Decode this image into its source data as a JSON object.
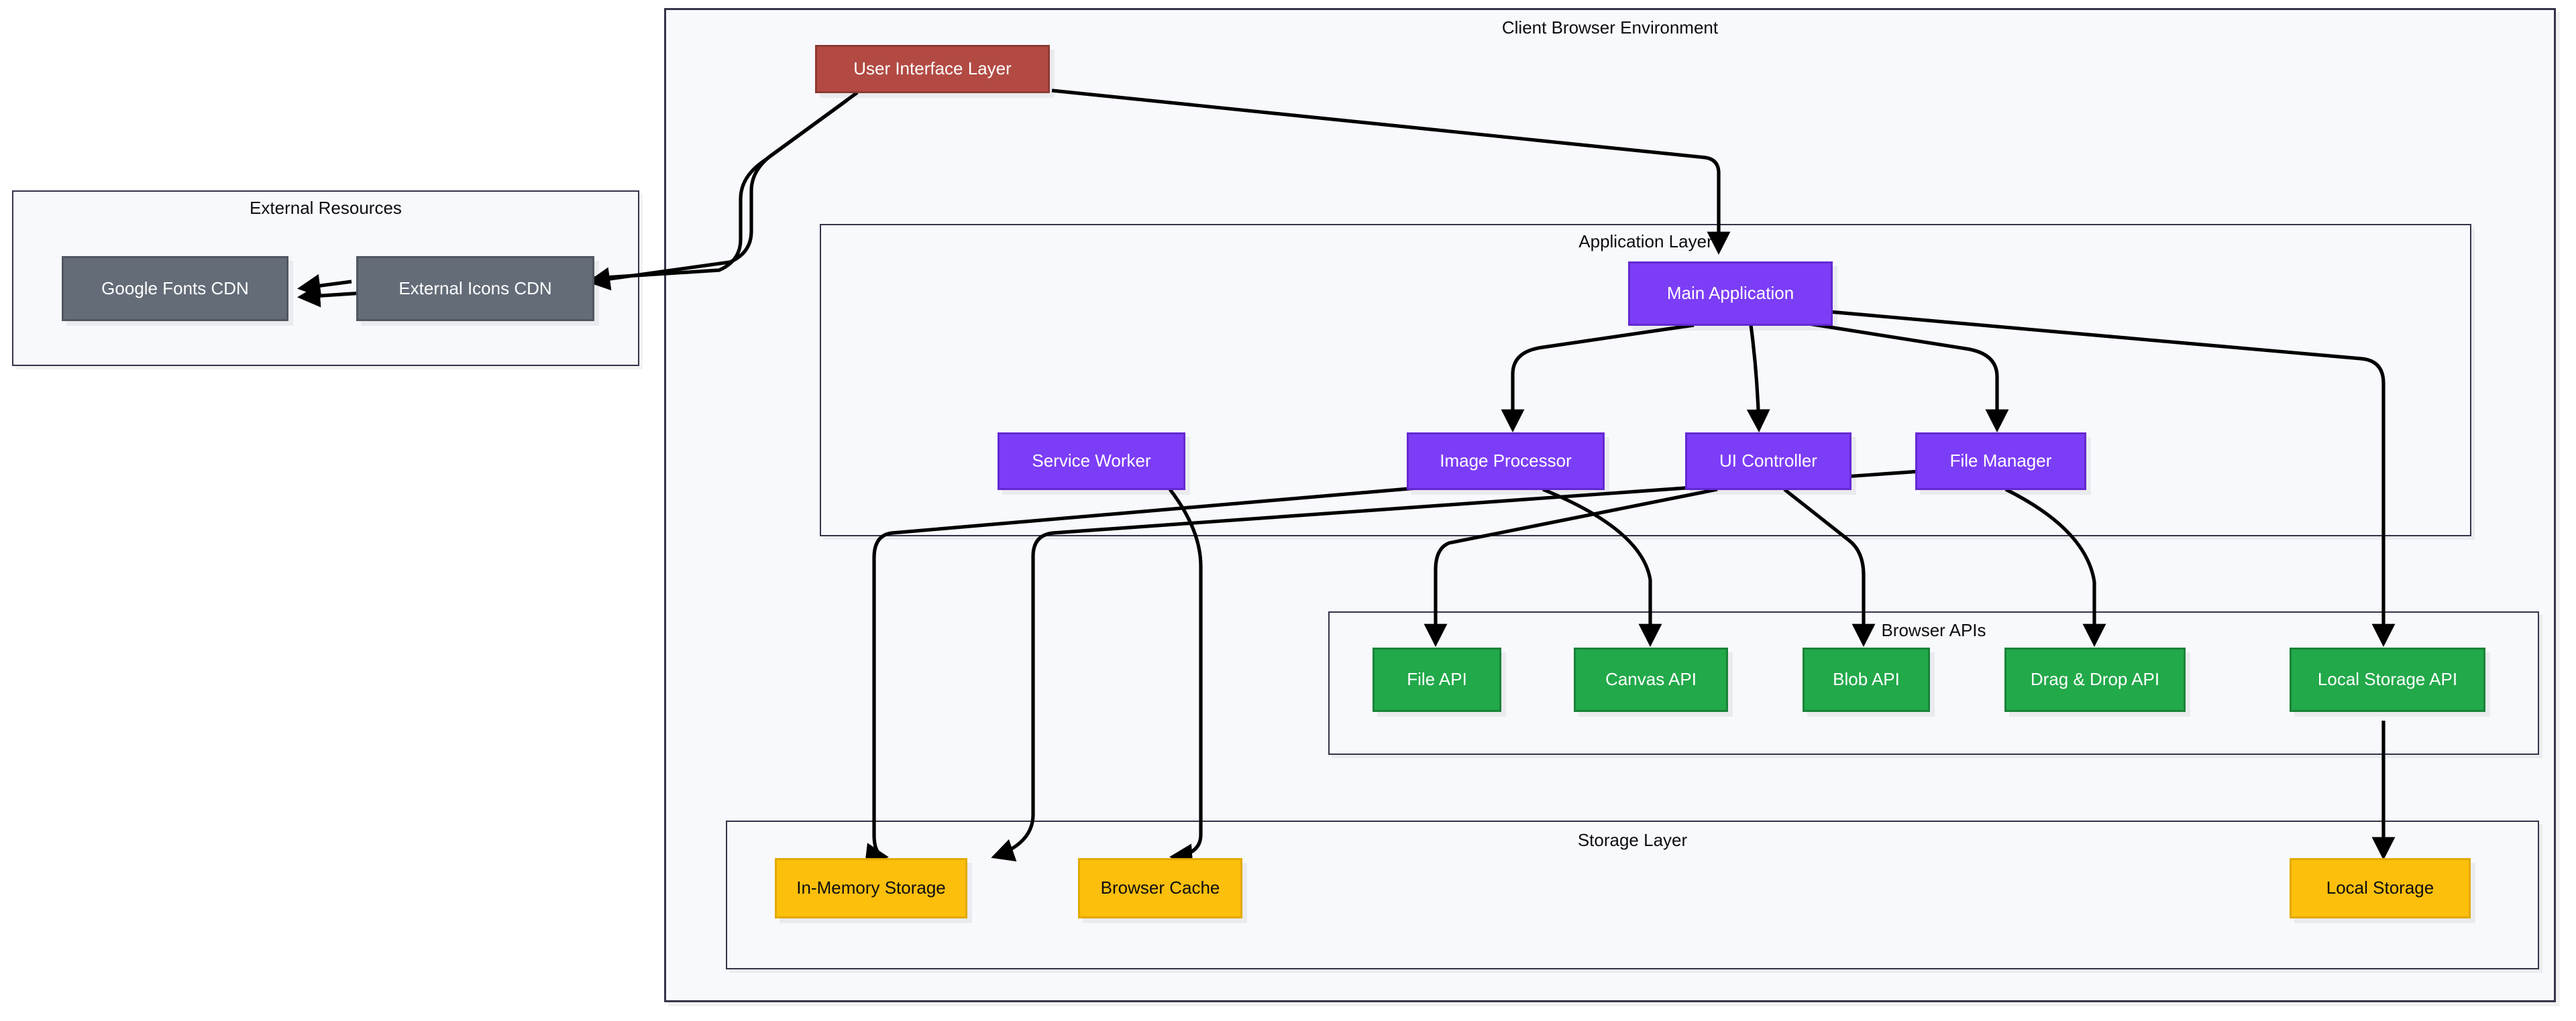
{
  "diagram": {
    "title": "Client Browser Environment",
    "background": "#ffffff",
    "colors": {
      "cluster_fill": "#f8f9fc",
      "cluster_border": "#343449",
      "ui_layer": "#b24a43",
      "application": "#7c3df7",
      "browser_api": "#22a94a",
      "storage": "#fbbf0c",
      "external": "#646c78",
      "edge": "#000000",
      "label_text": "#0d0d11"
    }
  },
  "clusters": {
    "client_browser": {
      "label": "Client Browser Environment"
    },
    "external_resources": {
      "label": "External Resources"
    },
    "application_layer": {
      "label": "Application Layer"
    },
    "browser_apis": {
      "label": "Browser APIs"
    },
    "storage_layer": {
      "label": "Storage Layer"
    }
  },
  "nodes": {
    "ui_layer": {
      "label": "User Interface Layer",
      "group": "ui"
    },
    "google_fonts_cdn": {
      "label": "Google Fonts CDN",
      "group": "external"
    },
    "external_icons_cdn": {
      "label": "External Icons CDN",
      "group": "external"
    },
    "main_application": {
      "label": "Main Application",
      "group": "application"
    },
    "service_worker": {
      "label": "Service Worker",
      "group": "application"
    },
    "image_processor": {
      "label": "Image Processor",
      "group": "application"
    },
    "ui_controller": {
      "label": "UI Controller",
      "group": "application"
    },
    "file_manager": {
      "label": "File Manager",
      "group": "application"
    },
    "file_api": {
      "label": "File API",
      "group": "browser_api"
    },
    "canvas_api": {
      "label": "Canvas API",
      "group": "browser_api"
    },
    "blob_api": {
      "label": "Blob API",
      "group": "browser_api"
    },
    "drag_drop_api": {
      "label": "Drag & Drop API",
      "group": "browser_api"
    },
    "local_storage_api": {
      "label": "Local Storage API",
      "group": "browser_api"
    },
    "in_memory_storage": {
      "label": "In-Memory Storage",
      "group": "storage"
    },
    "browser_cache": {
      "label": "Browser Cache",
      "group": "storage"
    },
    "local_storage": {
      "label": "Local Storage",
      "group": "storage"
    }
  },
  "edges": [
    {
      "from": "ui_layer",
      "to": "main_application"
    },
    {
      "from": "ui_layer",
      "to": "google_fonts_cdn"
    },
    {
      "from": "ui_layer",
      "to": "external_icons_cdn"
    },
    {
      "from": "external_icons_cdn",
      "to": "google_fonts_cdn"
    },
    {
      "from": "main_application",
      "to": "image_processor"
    },
    {
      "from": "main_application",
      "to": "ui_controller"
    },
    {
      "from": "main_application",
      "to": "file_manager"
    },
    {
      "from": "main_application",
      "to": "local_storage_api"
    },
    {
      "from": "image_processor",
      "to": "canvas_api"
    },
    {
      "from": "image_processor",
      "to": "in_memory_storage"
    },
    {
      "from": "ui_controller",
      "to": "file_api"
    },
    {
      "from": "ui_controller",
      "to": "blob_api"
    },
    {
      "from": "file_manager",
      "to": "drag_drop_api"
    },
    {
      "from": "service_worker",
      "to": "browser_cache"
    },
    {
      "from": "file_manager",
      "to": "in_memory_storage"
    },
    {
      "from": "local_storage_api",
      "to": "local_storage"
    }
  ]
}
